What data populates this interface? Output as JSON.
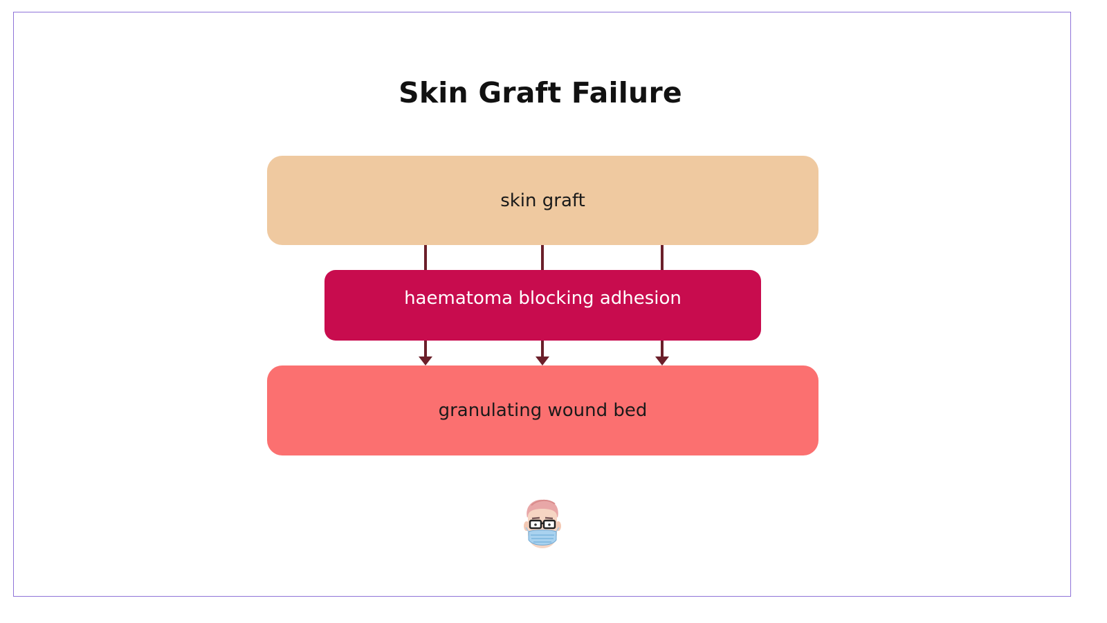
{
  "title": "Skin Graft Failure",
  "nodes": {
    "graft": "skin graft",
    "haematoma": "haematoma blocking adhesion",
    "wound": "granulating wound bed"
  },
  "colors": {
    "border": "#8e72d8",
    "graft": "#efc9a0",
    "haematoma": "#c80c4e",
    "wound": "#fb7070",
    "arrow": "#6b1f2a"
  },
  "icons": {
    "logo": "masked-doctor-avatar-icon"
  }
}
